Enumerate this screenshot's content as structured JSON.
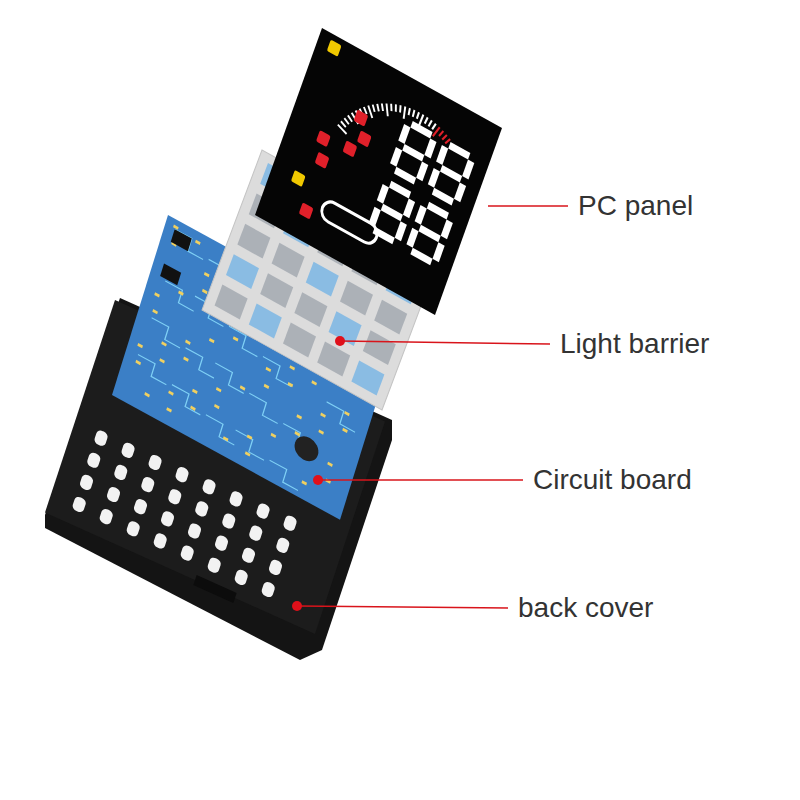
{
  "diagram": {
    "labels": [
      "PC panel",
      "Light barrier",
      "Circuit board",
      "back cover"
    ]
  }
}
